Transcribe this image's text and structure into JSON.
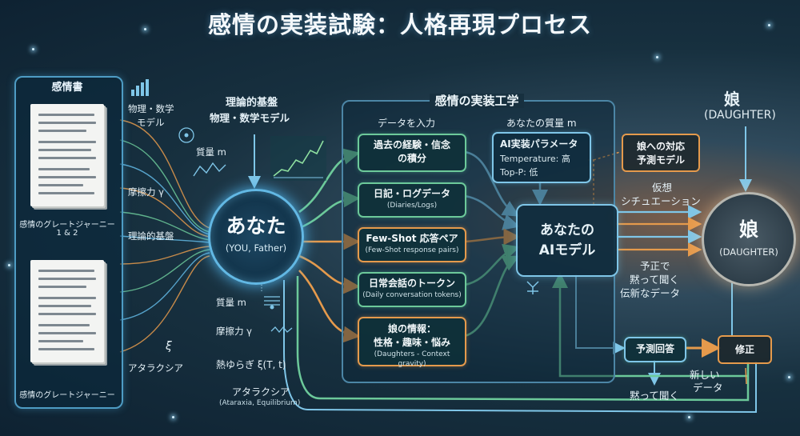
{
  "title": "感情の実装試験：人格再現プロセス",
  "left_panel": {
    "header": "感情書",
    "doc1_caption_l1": "感情のグレートジャーニー",
    "doc1_caption_l2": "1 & 2",
    "doc2_caption": "感情のグレートジャーニー"
  },
  "inputs": {
    "physics_model_l1": "物理・数学",
    "physics_model_l2": "モデル",
    "mass": "質量 m",
    "friction": "摩擦力 γ",
    "theory_base": "理論的基盤",
    "ataraxia": "アタラクシア",
    "xi": "ξ"
  },
  "theory": {
    "l1": "理論的基盤",
    "l2": "物理・数学モデル"
  },
  "you": {
    "name": "あなた",
    "sub": "(YOU, Father)"
  },
  "below_you": {
    "mass": "質量 m",
    "friction": "摩擦力 γ",
    "thermal": "熱ゆらぎ ξ(T, t)",
    "ataraxia": "アタラクシア",
    "ataraxia_sub": "(Ataraxia, Equilibrium)"
  },
  "engine": {
    "title": "感情の実装工学",
    "input_header": "データを入力",
    "mass_header": "あなたの質量 m",
    "boxes": [
      {
        "main_l1": "過去の経験・信念",
        "main_l2": "の積分",
        "sub": ""
      },
      {
        "main_l1": "日記・ログデータ",
        "main_l2": "",
        "sub": "(Diaries/Logs)"
      },
      {
        "main_l1": "Few-Shot 応答ペア",
        "main_l2": "",
        "sub": "(Few-Shot response pairs)"
      },
      {
        "main_l1": "日常会話のトークン",
        "main_l2": "",
        "sub": "(Daily conversation tokens)"
      },
      {
        "main_l1": "娘の情報：",
        "main_l2": "性格・趣味・悩み",
        "sub": "(Daughters - Context gravity)"
      }
    ],
    "params": {
      "title": "AI実装パラメータ",
      "l1": "Temperature: 高",
      "l2": "Top-P: 低"
    },
    "ai_model_l1": "あなたの",
    "ai_model_l2": "AIモデル"
  },
  "right": {
    "daughter_top": "娘",
    "daughter_top_sub": "(DAUGHTER)",
    "response_model_l1": "娘への対応",
    "response_model_l2": "予測モデル",
    "virtual_l1": "仮想",
    "virtual_l2": "シチュエーション",
    "daughter": "娘",
    "daughter_sub": "(DAUGHTER)",
    "predict_l1": "予正で",
    "predict_l2": "黙って聞く",
    "predict_l3": "伝新なデータ",
    "predicted_answer": "予測回答",
    "correction": "修正",
    "listen": "黙って聞く",
    "new_data_l1": "新しい",
    "new_data_l2": "データ"
  },
  "colors": {
    "green": "#6cc99a",
    "orange": "#e59a4c",
    "blue": "#62b8e4"
  }
}
